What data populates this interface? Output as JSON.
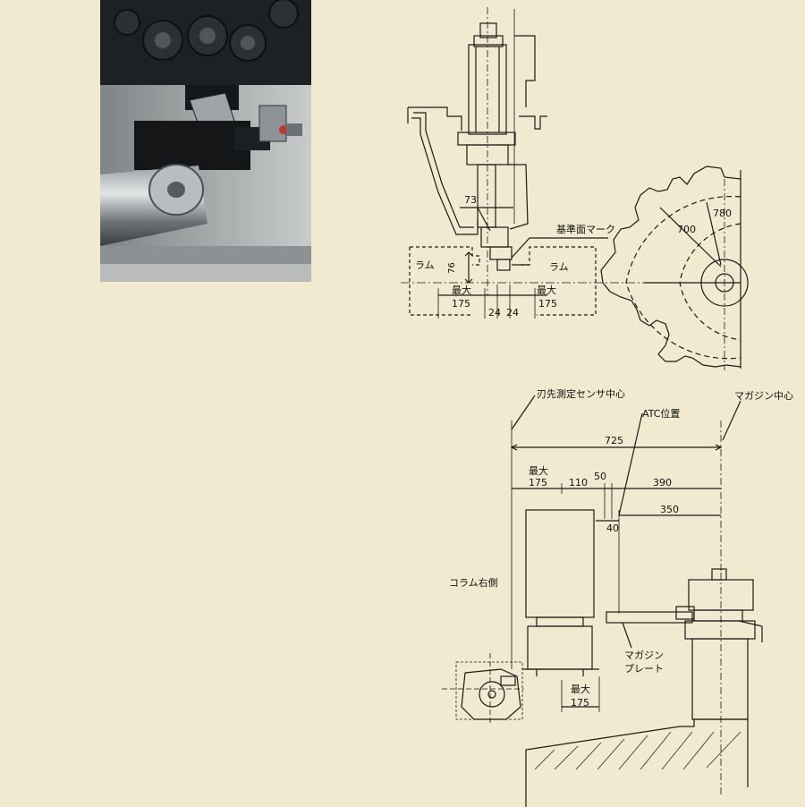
{
  "top_diagram": {
    "dim_73": "73",
    "reference_mark_label": "基準面マーク",
    "ram_left_label": "ラム",
    "ram_right_label": "ラム",
    "dim_76": "76",
    "max_left_label": "最大",
    "max_left_value": "175",
    "max_right_label": "最大",
    "max_right_value": "175",
    "dim_24_left": "24",
    "dim_24_right": "24",
    "dim_700": "700",
    "dim_780": "780"
  },
  "bottom_diagram": {
    "sensor_center_label": "刃先測定センサ中心",
    "atc_position_label": "ATC位置",
    "magazine_center_label": "マガジン中心",
    "dim_725": "725",
    "max_top_label": "最大",
    "max_top_value": "175",
    "dim_110": "110",
    "dim_50": "50",
    "dim_390": "390",
    "dim_350": "350",
    "dim_40": "40",
    "column_right_label": "コラム右側",
    "magazine_plate_label_1": "マガジン",
    "magazine_plate_label_2": "プレート",
    "max_bottom_label": "最大",
    "max_bottom_value": "175"
  }
}
